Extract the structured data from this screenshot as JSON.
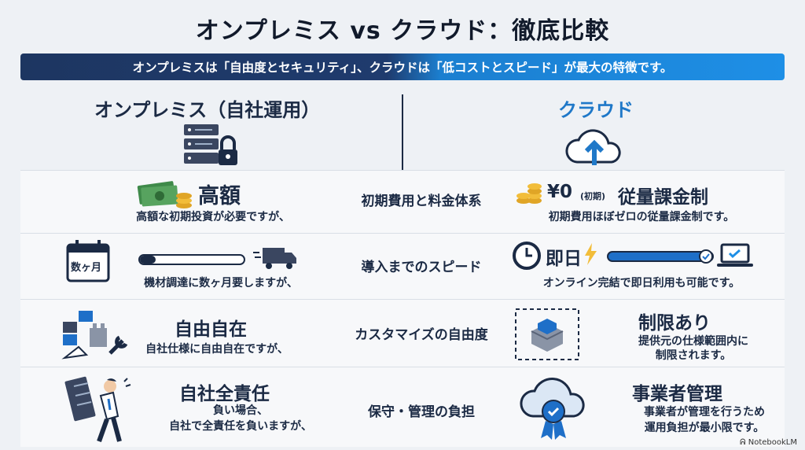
{
  "title": "オンプレミス vs クラウド：徹底比較",
  "banner": "オンプレミスは「自由度とセキュリティ」、クラウドは「低コストとスピード」が最大の特徴です。",
  "columns": {
    "left": "オンプレミス（自社運用）",
    "right": "クラウド"
  },
  "rows": [
    {
      "category": "初期費用と料金体系",
      "left_title": "高額",
      "left_desc": "高額な初期投資が必要ですが、",
      "right_title_prefix": "¥0",
      "right_title_note": "(初期)",
      "right_title": "従量課金制",
      "right_desc": "初期費用ほぼゼロの従量課金制です。"
    },
    {
      "category": "導入までのスピード",
      "left_badge": "数ヶ月",
      "left_desc": "機材調達に数ヶ月要しますが、",
      "right_title": "即日",
      "right_desc": "オンライン完結で即日利用も可能です。"
    },
    {
      "category": "カスタマイズの自由度",
      "left_title": "自由自在",
      "left_desc": "自社仕様に自由自在ですが、",
      "right_title": "制限あり",
      "right_desc_1": "提供元の仕様範囲内に",
      "right_desc_2": "制限されます。"
    },
    {
      "category": "保守・管理の負担",
      "left_title": "自社全責任",
      "left_desc_1": "負い場合、",
      "left_desc_2": "自社で全責任を負いますが、",
      "right_title": "事業者管理",
      "right_desc_1": "事業者が管理を行うため",
      "right_desc_2": "運用負担が最小限です。"
    }
  ],
  "watermark": "NotebookLM",
  "colors": {
    "navy": "#1d3661",
    "blue": "#1e8fe6",
    "text": "#1b2a44"
  }
}
